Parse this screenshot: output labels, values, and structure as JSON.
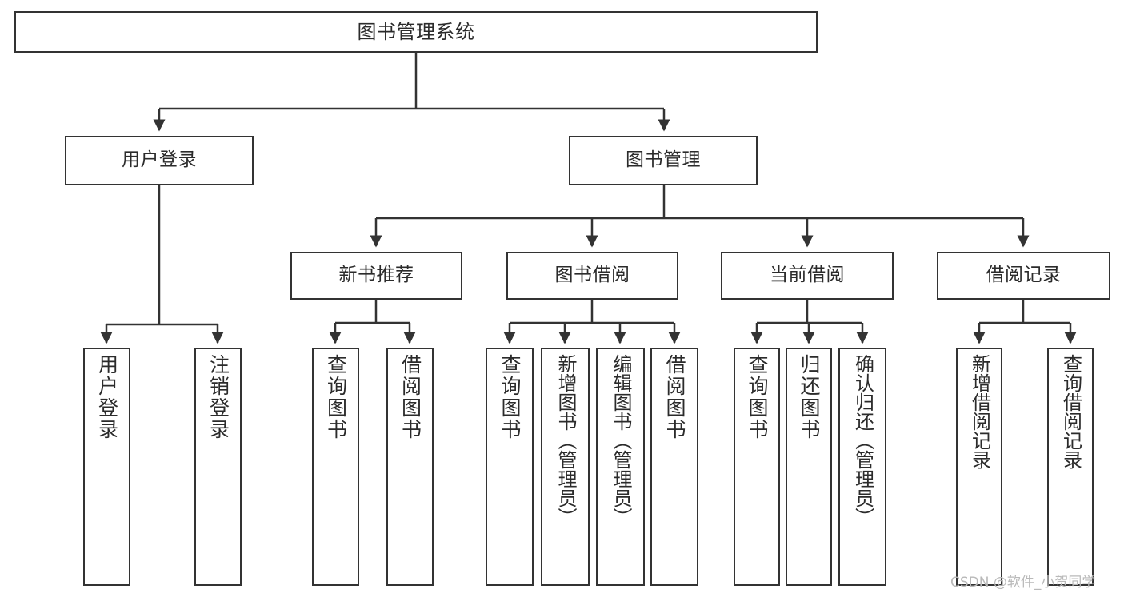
{
  "diagram": {
    "title": "图书管理系统",
    "type": "tree-hierarchy",
    "line_color": "#333333",
    "box_fill": "#ffffff",
    "text_color": "#2b2b2b",
    "nodes": {
      "root": {
        "label": "图书管理系统"
      },
      "level2": [
        {
          "label": "用户登录"
        },
        {
          "label": "图书管理"
        }
      ],
      "level3": [
        {
          "label": "新书推荐"
        },
        {
          "label": "图书借阅"
        },
        {
          "label": "当前借阅"
        },
        {
          "label": "借阅记录"
        }
      ],
      "leaves": {
        "user_login": [
          {
            "label": "用户登录"
          },
          {
            "label": "注销登录"
          }
        ],
        "new_book_recommend": [
          {
            "label": "查询图书"
          },
          {
            "label": "借阅图书"
          }
        ],
        "book_borrow": [
          {
            "label": "查询图书"
          },
          {
            "label": "新增图书（管理员）"
          },
          {
            "label": "编辑图书（管理员）"
          },
          {
            "label": "借阅图书"
          }
        ],
        "current_borrow": [
          {
            "label": "查询图书"
          },
          {
            "label": "归还图书"
          },
          {
            "label": "确认归还（管理员）"
          }
        ],
        "borrow_record": [
          {
            "label": "新增借阅记录"
          },
          {
            "label": "查询借阅记录"
          }
        ]
      }
    }
  },
  "watermark": {
    "text": "CSDN @软件_小贺同学",
    "color": "#b9b9b9"
  }
}
